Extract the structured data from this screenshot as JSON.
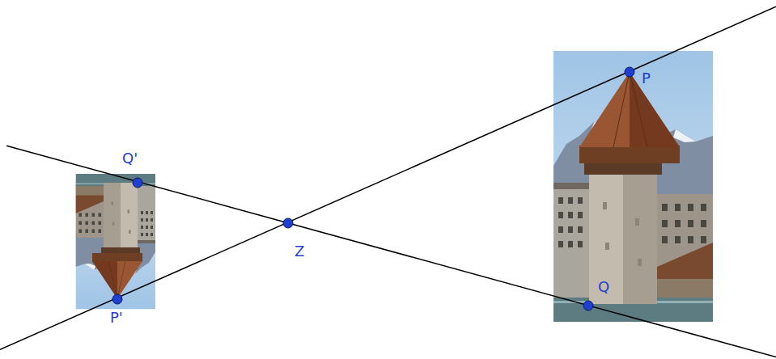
{
  "diagram": {
    "labels": [
      "Q'",
      "Z",
      "P'",
      "P",
      "Q"
    ]
  }
}
